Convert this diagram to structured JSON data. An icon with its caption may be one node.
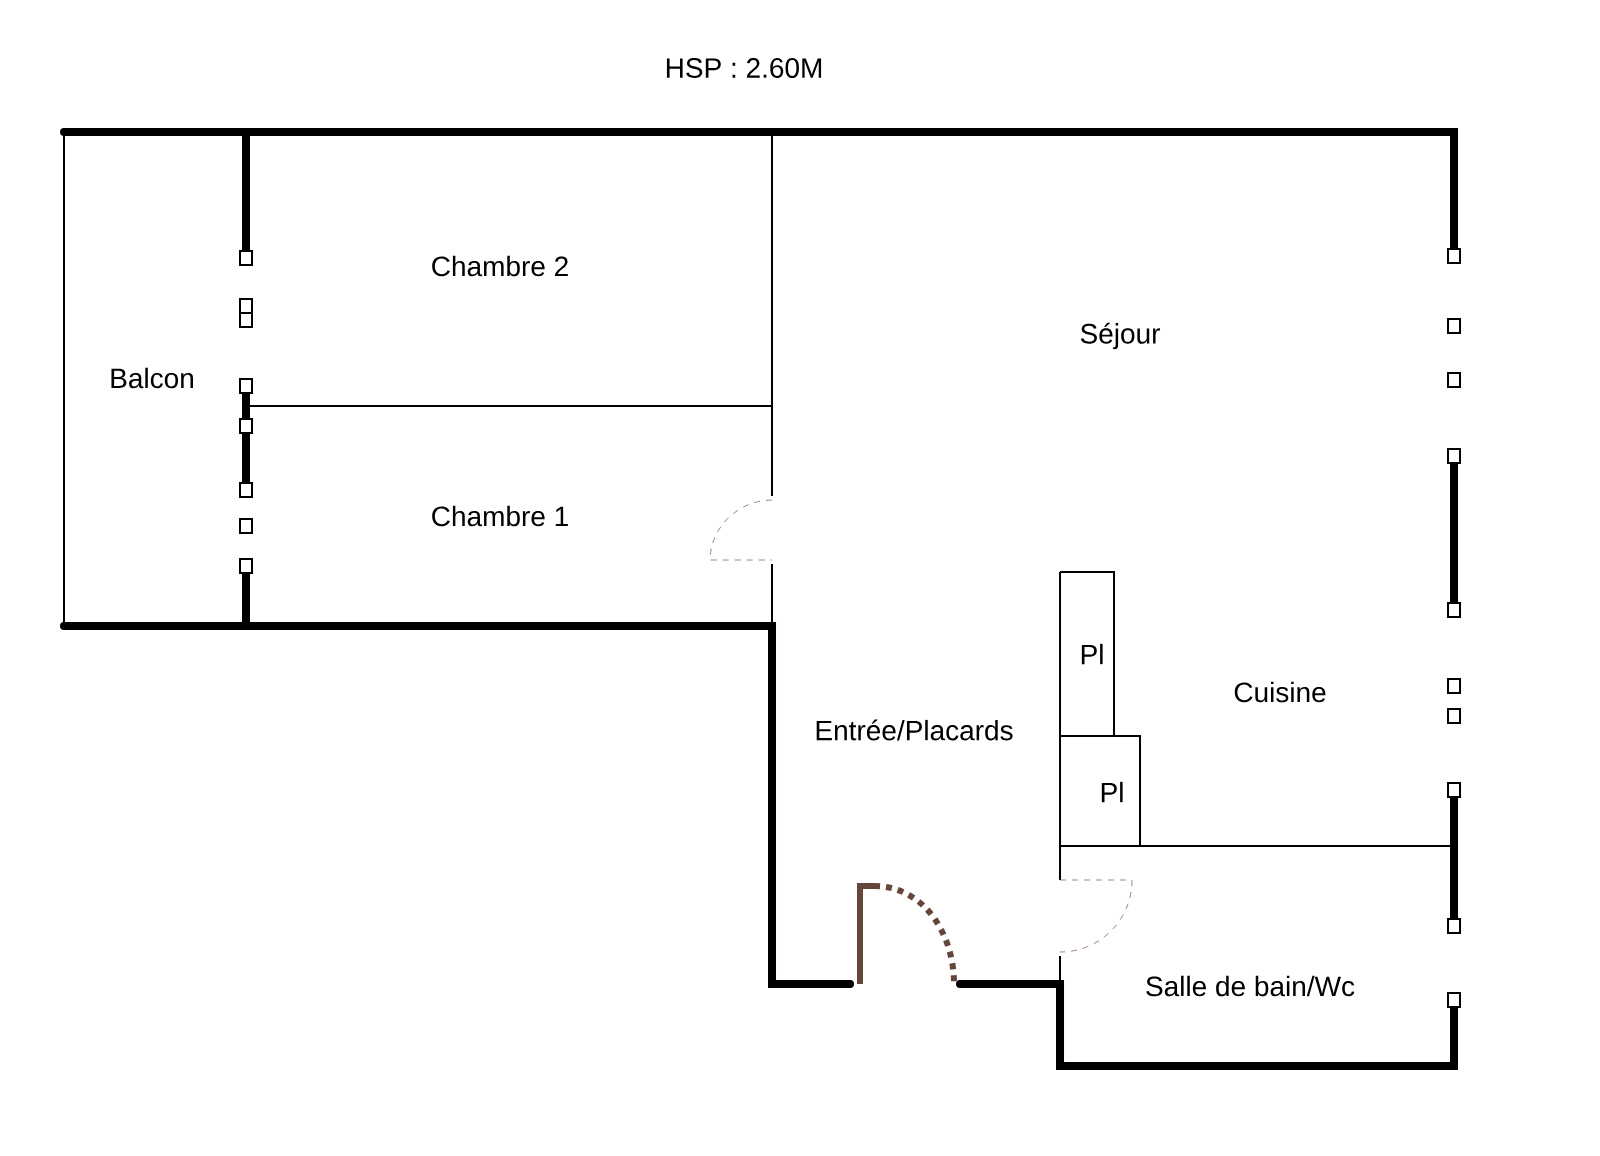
{
  "diagram": {
    "labels": [
      "HSP : 2.60M",
      "Chambre 2",
      "Séjour",
      "Balcon",
      "Chambre 1",
      "Pl",
      "Cuisine",
      "Entrée/Placards",
      "Pl",
      "Salle de bain/Wc"
    ]
  }
}
